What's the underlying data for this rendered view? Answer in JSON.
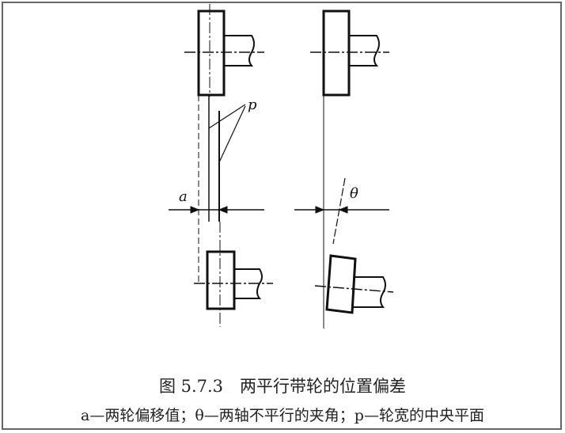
{
  "figure": {
    "title": "图 5.7.3　两平行带轮的位置偏差",
    "legend": "a—两轮偏移值；θ—两轴不平行的夹角；p—轮宽的中央平面"
  },
  "labels": {
    "offset": "a",
    "angle": "θ",
    "plane": "p"
  }
}
